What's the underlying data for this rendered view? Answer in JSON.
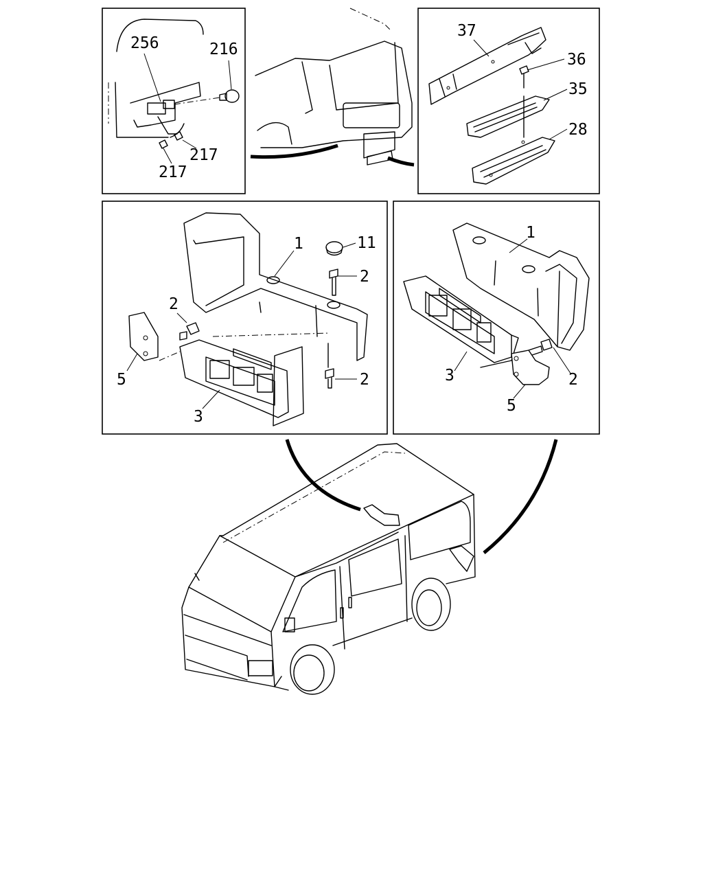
{
  "diagram": {
    "panels": [
      {
        "id": "rear-bumper-detail",
        "callouts": [
          "256",
          "216",
          "217",
          "217"
        ]
      },
      {
        "id": "step-assembly",
        "callouts": [
          "37",
          "36",
          "35",
          "28"
        ]
      },
      {
        "id": "left-mudguard",
        "callouts": [
          "1",
          "11",
          "2",
          "2",
          "2",
          "5",
          "3"
        ]
      },
      {
        "id": "right-mudguard",
        "callouts": [
          "1",
          "3",
          "2",
          "5"
        ]
      }
    ]
  }
}
